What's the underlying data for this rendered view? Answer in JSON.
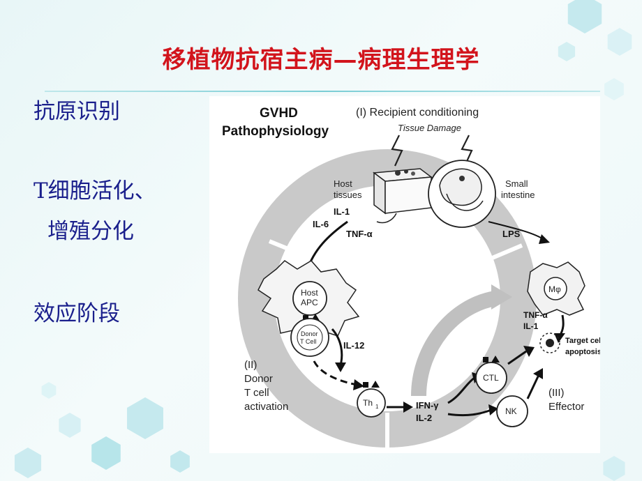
{
  "slide": {
    "title": "移植物抗宿主病—病理生理学",
    "bullets": [
      "抗原识别",
      "T细胞活化、",
      "增殖分化",
      "效应阶段"
    ]
  },
  "figure": {
    "heading_line1": "GVHD",
    "heading_line2": "Pathophysiology",
    "phase1": "(I) Recipient conditioning",
    "tissue_damage": "Tissue Damage",
    "host_tissues_1": "Host",
    "host_tissues_2": "tissues",
    "small_intestine_1": "Small",
    "small_intestine_2": "intestine",
    "il1": "IL-1",
    "il6": "IL-6",
    "tnf_a": "TNF-α",
    "lps": "LPS",
    "host_apc_1": "Host",
    "host_apc_2": "APC",
    "donor_tcell_1": "Donor",
    "donor_tcell_2": "T Cell",
    "il12": "IL-12",
    "phase2_1": "(II)",
    "phase2_2": "Donor",
    "phase2_3": "T cell",
    "phase2_4": "activation",
    "th1": "Th",
    "th1_sub": "1",
    "ifn_g": "IFN-γ",
    "il2": "IL-2",
    "ctl": "CTL",
    "nk": "NK",
    "mphi": "Mφ",
    "tnf_a_effector": "TNF-α",
    "il1_effector": "IL-1",
    "target_1": "Target cell",
    "target_2": "apoptosis",
    "phase3_1": "(III)",
    "phase3_2": "Effector"
  },
  "colors": {
    "title": "#d2141c",
    "bullets": "#1a1f8c",
    "ring": "#c9c9c9",
    "hexagon": "#7fd0dc"
  }
}
